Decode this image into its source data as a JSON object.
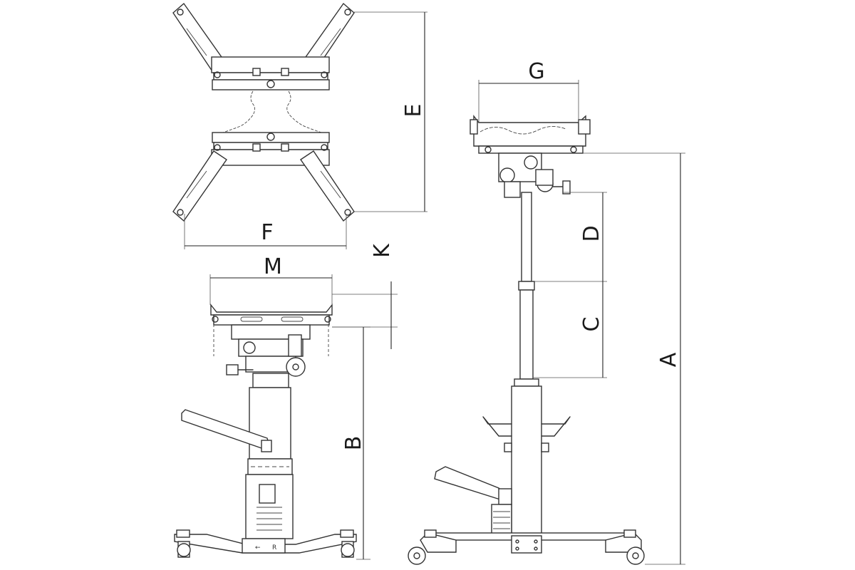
{
  "dimension_labels": {
    "A": "A",
    "B": "B",
    "C": "C",
    "D": "D",
    "E": "E",
    "F": "F",
    "G": "G",
    "K": "K",
    "M": "M"
  },
  "pedal_marks": [
    "←",
    "R"
  ]
}
